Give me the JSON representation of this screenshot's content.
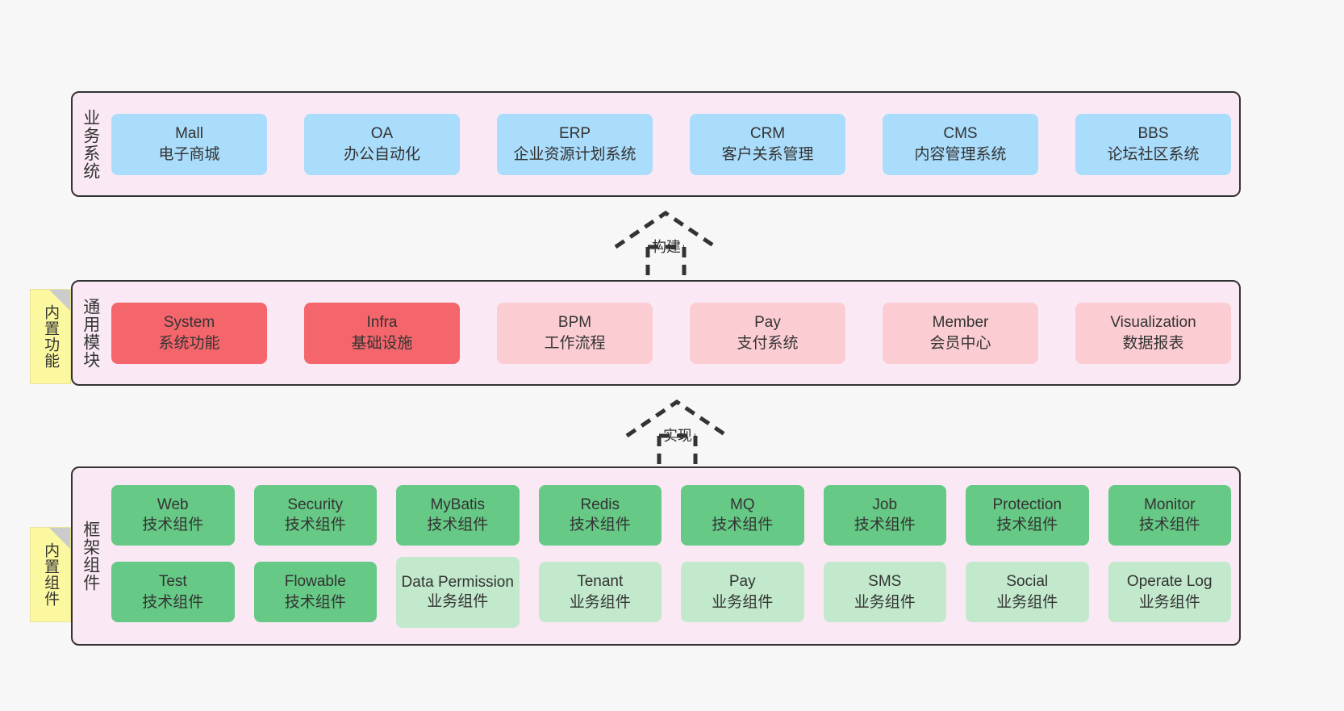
{
  "diagram": {
    "background": "#f7f7f7",
    "layer_fill": "#fae9f4",
    "layer_border": "#333333"
  },
  "layers": [
    {
      "key": "business",
      "title": "业务系统",
      "note": null,
      "rows": [
        {
          "cards": [
            {
              "name": "mall",
              "l1": "Mall",
              "l2": "电子商城",
              "color": "#aadcfb"
            },
            {
              "name": "oa",
              "l1": "OA",
              "l2": "办公自动化",
              "color": "#aadcfb"
            },
            {
              "name": "erp",
              "l1": "ERP",
              "l2": "企业资源计划系统",
              "color": "#aadcfb"
            },
            {
              "name": "crm",
              "l1": "CRM",
              "l2": "客户关系管理",
              "color": "#aadcfb"
            },
            {
              "name": "cms",
              "l1": "CMS",
              "l2": "内容管理系统",
              "color": "#aadcfb"
            },
            {
              "name": "bbs",
              "l1": "BBS",
              "l2": "论坛社区系统",
              "color": "#aadcfb"
            }
          ]
        }
      ]
    },
    {
      "key": "common",
      "title": "通用模块",
      "note": "内置功能",
      "rows": [
        {
          "cards": [
            {
              "name": "system",
              "l1": "System",
              "l2": "系统功能",
              "color": "#f4666c"
            },
            {
              "name": "infra",
              "l1": "Infra",
              "l2": "基础设施",
              "color": "#f4666c"
            },
            {
              "name": "bpm",
              "l1": "BPM",
              "l2": "工作流程",
              "color": "#fbcdd3"
            },
            {
              "name": "pay",
              "l1": "Pay",
              "l2": "支付系统",
              "color": "#fbcdd3"
            },
            {
              "name": "member",
              "l1": "Member",
              "l2": "会员中心",
              "color": "#fbcdd3"
            },
            {
              "name": "visualization",
              "l1": "Visualization",
              "l2": "数据报表",
              "color": "#fbcdd3"
            }
          ]
        }
      ]
    },
    {
      "key": "framework",
      "title": "框架组件",
      "note": "内置组件",
      "rows": [
        {
          "cards": [
            {
              "name": "web",
              "l1": "Web",
              "l2": "技术组件",
              "color": "#66c985"
            },
            {
              "name": "security",
              "l1": "Security",
              "l2": "技术组件",
              "color": "#66c985"
            },
            {
              "name": "mybatis",
              "l1": "MyBatis",
              "l2": "技术组件",
              "color": "#66c985"
            },
            {
              "name": "redis",
              "l1": "Redis",
              "l2": "技术组件",
              "color": "#66c985"
            },
            {
              "name": "mq",
              "l1": "MQ",
              "l2": "技术组件",
              "color": "#66c985"
            },
            {
              "name": "job",
              "l1": "Job",
              "l2": "技术组件",
              "color": "#66c985"
            },
            {
              "name": "protection",
              "l1": "Protection",
              "l2": "技术组件",
              "color": "#66c985"
            },
            {
              "name": "monitor",
              "l1": "Monitor",
              "l2": "技术组件",
              "color": "#66c985"
            }
          ]
        },
        {
          "cards": [
            {
              "name": "test",
              "l1": "Test",
              "l2": "技术组件",
              "color": "#66c985"
            },
            {
              "name": "flowable",
              "l1": "Flowable",
              "l2": "技术组件",
              "color": "#66c985"
            },
            {
              "name": "data-permission",
              "l1": "Data Permission",
              "l2": "业务组件",
              "color": "#c2e9cb",
              "wrap": true
            },
            {
              "name": "tenant",
              "l1": "Tenant",
              "l2": "业务组件",
              "color": "#c2e9cb"
            },
            {
              "name": "pay-biz",
              "l1": "Pay",
              "l2": "业务组件",
              "color": "#c2e9cb"
            },
            {
              "name": "sms",
              "l1": "SMS",
              "l2": "业务组件",
              "color": "#c2e9cb"
            },
            {
              "name": "social",
              "l1": "Social",
              "l2": "业务组件",
              "color": "#c2e9cb"
            },
            {
              "name": "operate-log",
              "l1": "Operate Log",
              "l2": "业务组件",
              "color": "#c2e9cb"
            }
          ]
        }
      ]
    }
  ],
  "connectors": [
    {
      "key": "build",
      "label": "构建"
    },
    {
      "key": "implement",
      "label": "实现"
    }
  ]
}
